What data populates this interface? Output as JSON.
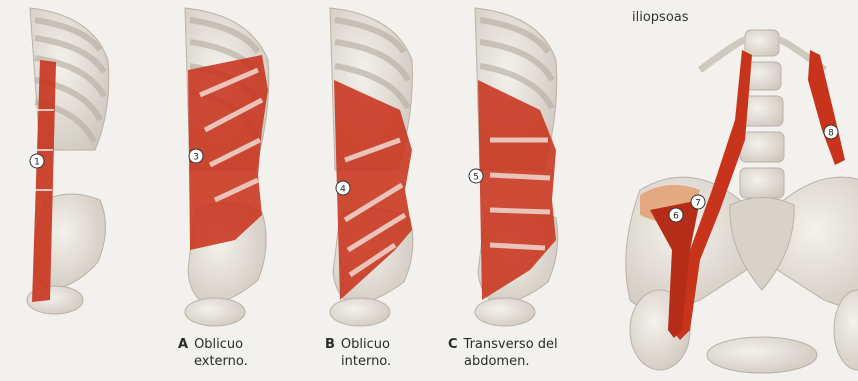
{
  "figure": {
    "title": "iliopsoas",
    "panels": [
      {
        "letter": "A",
        "line1": "Oblicuo",
        "line2": "externo."
      },
      {
        "letter": "B",
        "line1": "Oblicuo",
        "line2": "interno."
      },
      {
        "letter": "C",
        "line1": "Transverso del",
        "line2": "abdomen."
      }
    ],
    "callouts": [
      "1",
      "3",
      "4",
      "5",
      "6",
      "7",
      "8"
    ]
  },
  "colors": {
    "bone": "#e6e2dc",
    "bone_edge": "#b9b2a8",
    "muscle": "#c8331c",
    "muscle_dark": "#9e2412",
    "background": "#f3f1ee"
  }
}
